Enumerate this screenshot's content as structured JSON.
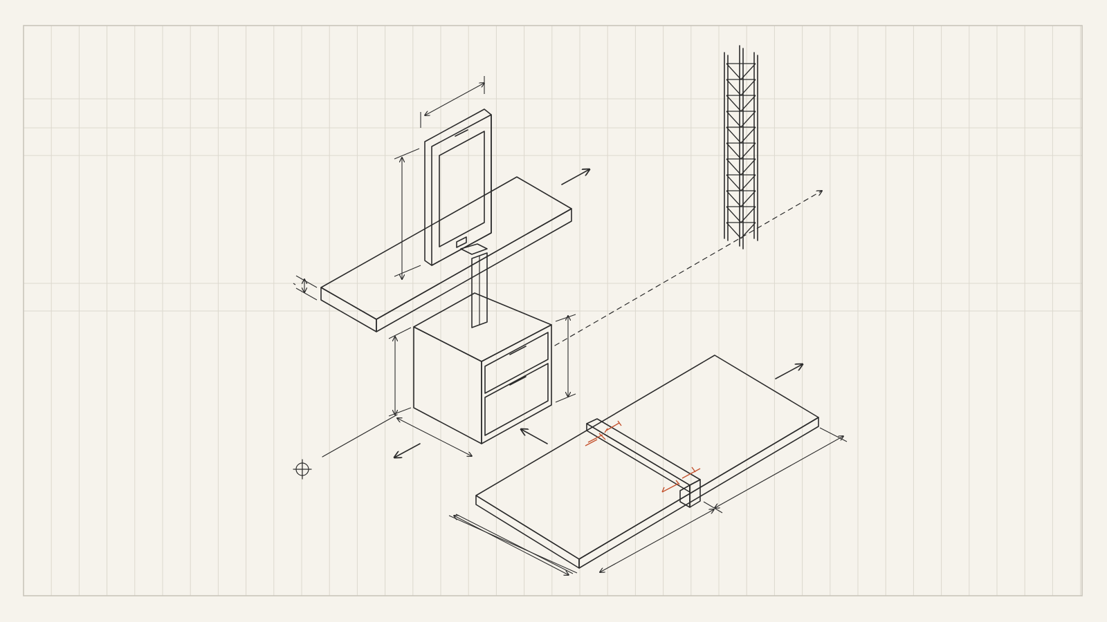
{
  "colors": {
    "paper": "#f6f3ec",
    "grid": "#dcd8ce",
    "frame": "#c9c5bb",
    "ink": "#2b2b2b",
    "panel_gray": "#cdc6bd",
    "panel_gray_dark": "#b9b2a8",
    "drawer_blue": "#4f6985",
    "accent_red": "#c4532f",
    "top_light": "#f1eee8"
  },
  "icons": {
    "origin": "crosshair-origin-icon",
    "direction": "arrow-icon",
    "phone": "tablet-device-icon",
    "tower": "lattice-tower-icon"
  },
  "diagram": {
    "style": "isometric technical sketch on grid paper",
    "objects": [
      "tablet-on-post",
      "floating-shelf",
      "drawer-cabinet",
      "lattice-tower",
      "flat-panel-with-red-bracket"
    ]
  }
}
